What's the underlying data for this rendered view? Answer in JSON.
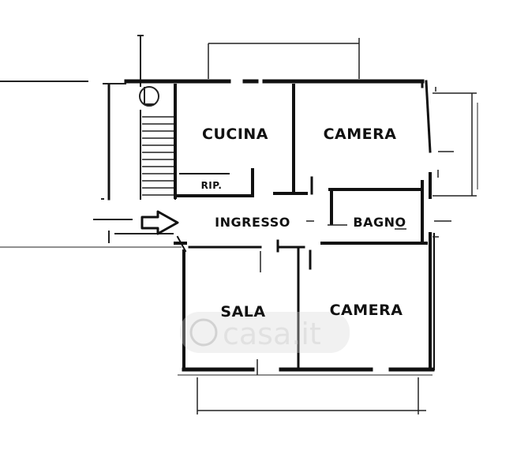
{
  "floorplan": {
    "rooms": {
      "cucina": "CUCINA",
      "camera_top": "CAMERA",
      "ripostiglio": "RIP.",
      "ingresso": "INGRESSO",
      "bagno": "BAGNO",
      "sala": "SALA",
      "camera_bottom": "CAMERA"
    },
    "watermark": "casa.it",
    "entrance_arrow": "arrow-right-icon",
    "line_color": "#111111",
    "background": "#ffffff"
  }
}
